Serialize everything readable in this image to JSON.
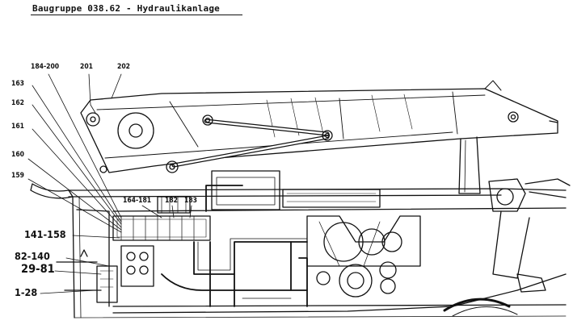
{
  "title": "Baugruppe 038.62 - Hydraulikanlage",
  "labels": {
    "l184_200": "184-200",
    "l201": "201",
    "l202": "202",
    "l163": "163",
    "l162": "162",
    "l161": "161",
    "l160": "160",
    "l159": "159",
    "l164_181": "164-181",
    "l182": "182",
    "l183": "183",
    "l141_158": "141-158",
    "l82_140": "82-140",
    "l29_81": "29-81",
    "l1_28": "1-28"
  }
}
